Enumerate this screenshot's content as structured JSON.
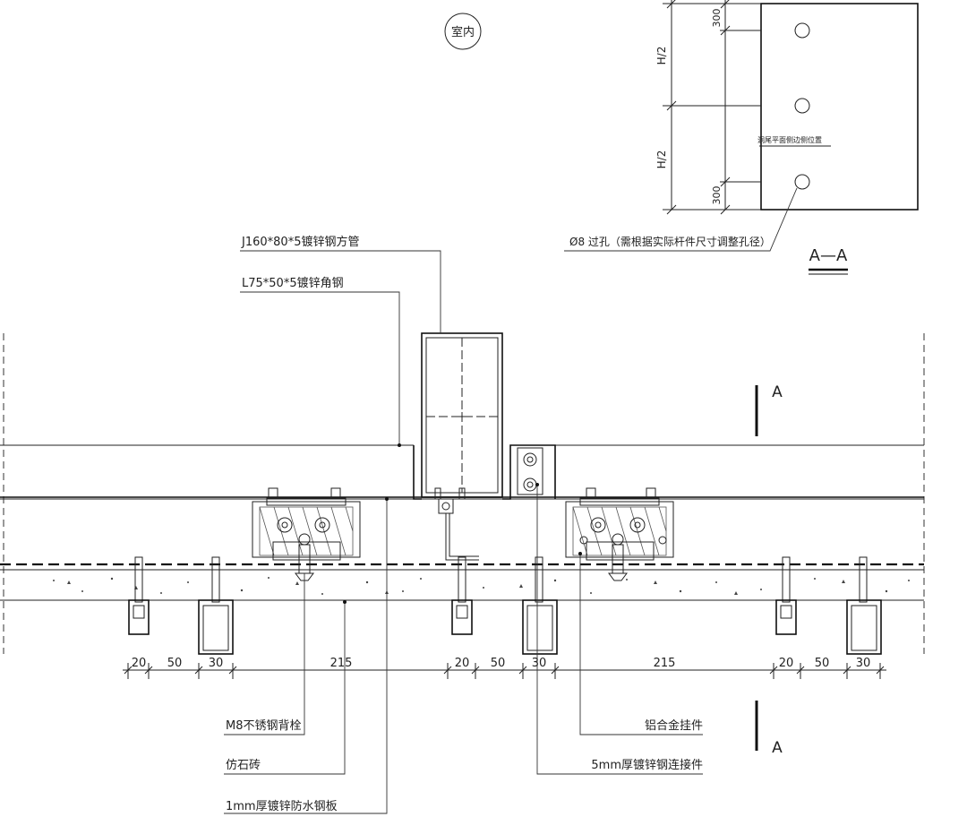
{
  "room_label": "室内",
  "section_view": {
    "title": "A—A",
    "dimensions": {
      "top_offset": "300",
      "upper_half": "H/2",
      "lower_half": "H/2",
      "bottom_offset": "300"
    },
    "small_note": "洞尾平面侧边侧位置",
    "hole_note": "Ø8 过孔（需根据实际杆件尺寸调整孔径）"
  },
  "section_marks": {
    "top": "A",
    "bottom": "A"
  },
  "callouts": {
    "square_tube": "J160*80*5镀锌钢方管",
    "angle_steel": "L75*50*5镀锌角钢",
    "backbolt": "M8不锈钢背栓",
    "stone_tile": "仿石砖",
    "waterproof_plate": "1mm厚镀锌防水钢板",
    "aluminum_hanger": "铝合金挂件",
    "connector": "5mm厚镀锌钢连接件"
  },
  "dimension_row": [
    "20",
    "50",
    "30",
    "215",
    "20",
    "50",
    "30",
    "215",
    "20",
    "50",
    "30"
  ]
}
